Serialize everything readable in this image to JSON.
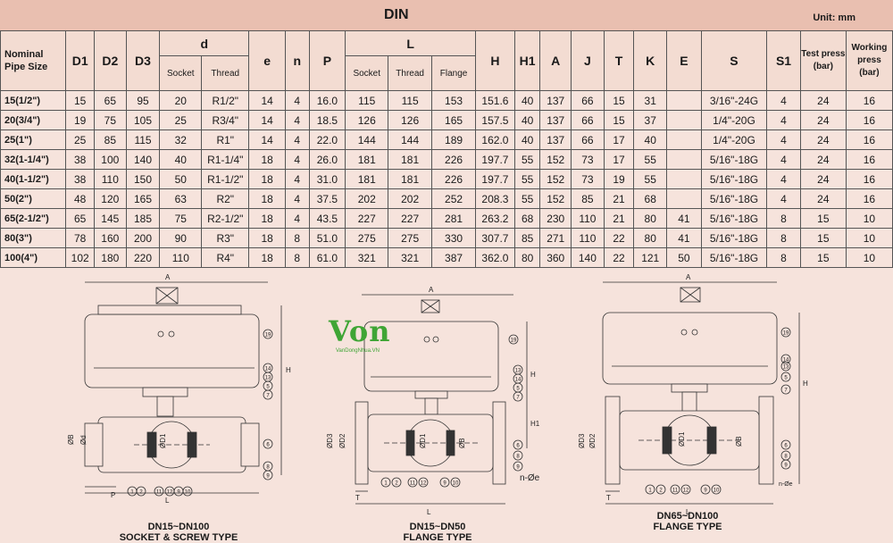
{
  "header": {
    "title": "DIN",
    "unit": "Unit: mm"
  },
  "table": {
    "headers": {
      "nominal": "Nominal Pipe Size",
      "D1": "D1",
      "D2": "D2",
      "D3": "D3",
      "d": "d",
      "d_socket": "Socket",
      "d_thread": "Thread",
      "e": "e",
      "n": "n",
      "P": "P",
      "L": "L",
      "L_socket": "Socket",
      "L_thread": "Thread",
      "L_flange": "Flange",
      "H": "H",
      "H1": "H1",
      "A": "A",
      "J": "J",
      "T": "T",
      "K": "K",
      "E": "E",
      "S": "S",
      "S1": "S1",
      "test": "Test press (bar)",
      "working": "Working press (bar)"
    },
    "rows": [
      [
        "15(1/2\")",
        "15",
        "65",
        "95",
        "20",
        "R1/2\"",
        "14",
        "4",
        "16.0",
        "115",
        "115",
        "153",
        "151.6",
        "40",
        "137",
        "66",
        "15",
        "31",
        "",
        "3/16\"-24G",
        "4",
        "24",
        "16"
      ],
      [
        "20(3/4\")",
        "19",
        "75",
        "105",
        "25",
        "R3/4\"",
        "14",
        "4",
        "18.5",
        "126",
        "126",
        "165",
        "157.5",
        "40",
        "137",
        "66",
        "15",
        "37",
        "",
        "1/4\"-20G",
        "4",
        "24",
        "16"
      ],
      [
        "25(1\")",
        "25",
        "85",
        "115",
        "32",
        "R1\"",
        "14",
        "4",
        "22.0",
        "144",
        "144",
        "189",
        "162.0",
        "40",
        "137",
        "66",
        "17",
        "40",
        "",
        "1/4\"-20G",
        "4",
        "24",
        "16"
      ],
      [
        "32(1-1/4\")",
        "38",
        "100",
        "140",
        "40",
        "R1-1/4\"",
        "18",
        "4",
        "26.0",
        "181",
        "181",
        "226",
        "197.7",
        "55",
        "152",
        "73",
        "17",
        "55",
        "",
        "5/16\"-18G",
        "4",
        "24",
        "16"
      ],
      [
        "40(1-1/2\")",
        "38",
        "110",
        "150",
        "50",
        "R1-1/2\"",
        "18",
        "4",
        "31.0",
        "181",
        "181",
        "226",
        "197.7",
        "55",
        "152",
        "73",
        "19",
        "55",
        "",
        "5/16\"-18G",
        "4",
        "24",
        "16"
      ],
      [
        "50(2\")",
        "48",
        "120",
        "165",
        "63",
        "R2\"",
        "18",
        "4",
        "37.5",
        "202",
        "202",
        "252",
        "208.3",
        "55",
        "152",
        "85",
        "21",
        "68",
        "",
        "5/16\"-18G",
        "4",
        "24",
        "16"
      ],
      [
        "65(2-1/2\")",
        "65",
        "145",
        "185",
        "75",
        "R2-1/2\"",
        "18",
        "4",
        "43.5",
        "227",
        "227",
        "281",
        "263.2",
        "68",
        "230",
        "110",
        "21",
        "80",
        "41",
        "5/16\"-18G",
        "8",
        "15",
        "10"
      ],
      [
        "80(3\")",
        "78",
        "160",
        "200",
        "90",
        "R3\"",
        "18",
        "8",
        "51.0",
        "275",
        "275",
        "330",
        "307.7",
        "85",
        "271",
        "110",
        "22",
        "80",
        "41",
        "5/16\"-18G",
        "8",
        "15",
        "10"
      ],
      [
        "100(4\")",
        "102",
        "180",
        "220",
        "110",
        "R4\"",
        "18",
        "8",
        "61.0",
        "321",
        "321",
        "387",
        "362.0",
        "80",
        "360",
        "140",
        "22",
        "121",
        "50",
        "5/16\"-18G",
        "8",
        "15",
        "10"
      ]
    ]
  },
  "drawings": {
    "logo": {
      "brand": "Von",
      "site": "VanDongNhua.VN"
    },
    "left": {
      "caption_1": "DN15~DN100",
      "caption_2": "SOCKET & SCREW TYPE",
      "labels": {
        "A": "A",
        "H": "H",
        "L": "L",
        "P": "P",
        "OB": "ØB",
        "Od": "Ød",
        "OD1": "ØD1"
      }
    },
    "middle": {
      "caption_1": "DN15~DN50",
      "caption_2": "FLANGE TYPE",
      "labels": {
        "A": "A",
        "H": "H",
        "H1": "H1",
        "L": "L",
        "T": "T",
        "OD3": "ØD3",
        "OD2": "ØD2",
        "OD1": "ØD1",
        "OB": "ØB",
        "ne": "n-Øe"
      }
    },
    "right": {
      "caption_1": "DN65~DN100",
      "caption_2": "FLANGE TYPE",
      "labels": {
        "A": "A",
        "H": "H",
        "L": "L",
        "T": "T",
        "OD3": "ØD3",
        "OD2": "ØD2",
        "OD1": "ØD1",
        "OB": "ØB",
        "ne": "n-Øe"
      }
    },
    "part_numbers": [
      "1",
      "2",
      "3",
      "4",
      "5",
      "6",
      "7",
      "8",
      "9",
      "10",
      "11",
      "12",
      "13",
      "14",
      "15",
      "19"
    ]
  }
}
